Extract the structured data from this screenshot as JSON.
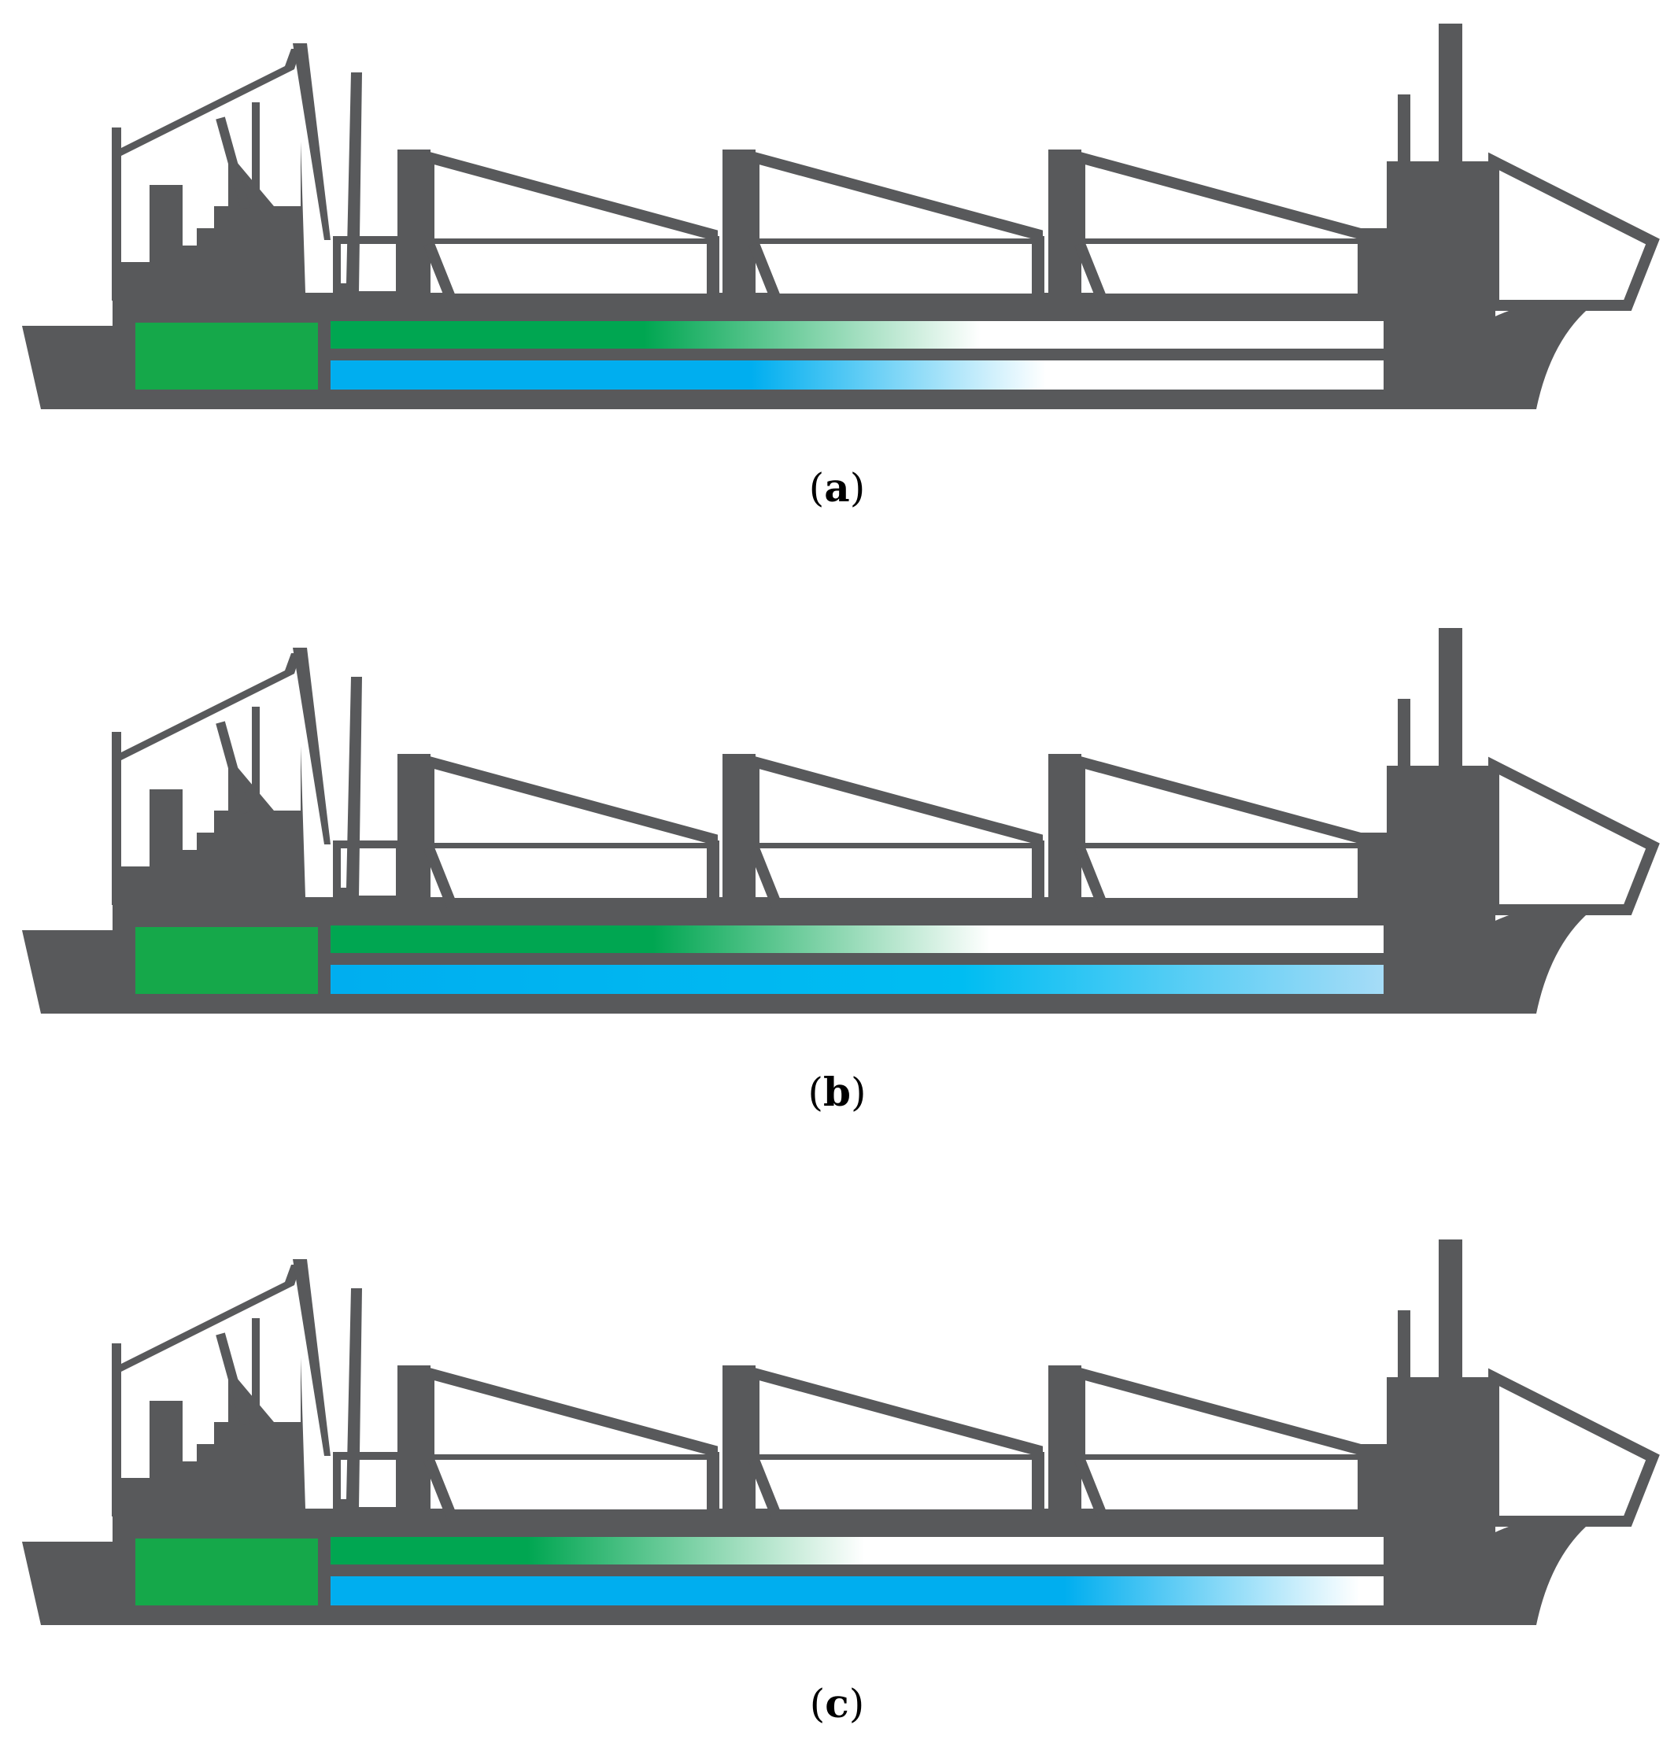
{
  "colors": {
    "hull": "#58595b",
    "green": "#15a84a",
    "green_bar": "#00a651",
    "blue_bar": "#00aeef",
    "background": "#ffffff"
  },
  "panels": [
    {
      "letter": "a",
      "green_fill": 0.35,
      "blue_fill": 0.47
    },
    {
      "letter": "b",
      "green_fill": 0.36,
      "blue_fill": 1.0
    },
    {
      "letter": "c",
      "green_fill": 0.22,
      "blue_fill": 0.82
    }
  ]
}
